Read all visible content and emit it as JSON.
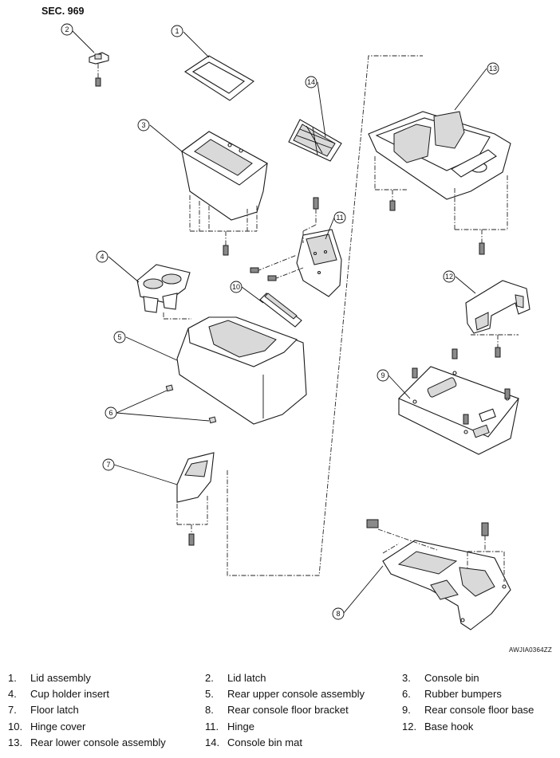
{
  "section": "SEC. 969",
  "figure_code": "AWJIA0364ZZ",
  "callouts": [
    "1",
    "2",
    "3",
    "4",
    "5",
    "6",
    "7",
    "8",
    "9",
    "10",
    "11",
    "12",
    "13",
    "14"
  ],
  "legend": [
    {
      "num": "1.",
      "label": "Lid assembly"
    },
    {
      "num": "2.",
      "label": "Lid latch"
    },
    {
      "num": "3.",
      "label": "Console bin"
    },
    {
      "num": "4.",
      "label": "Cup holder insert"
    },
    {
      "num": "5.",
      "label": "Rear upper console assembly"
    },
    {
      "num": "6.",
      "label": "Rubber bumpers"
    },
    {
      "num": "7.",
      "label": "Floor latch"
    },
    {
      "num": "8.",
      "label": "Rear console floor bracket"
    },
    {
      "num": "9.",
      "label": "Rear console floor base"
    },
    {
      "num": "10.",
      "label": "Hinge cover"
    },
    {
      "num": "11.",
      "label": "Hinge"
    },
    {
      "num": "12.",
      "label": "Base hook"
    },
    {
      "num": "13.",
      "label": "Rear lower console assembly"
    },
    {
      "num": "14.",
      "label": "Console bin mat"
    }
  ]
}
